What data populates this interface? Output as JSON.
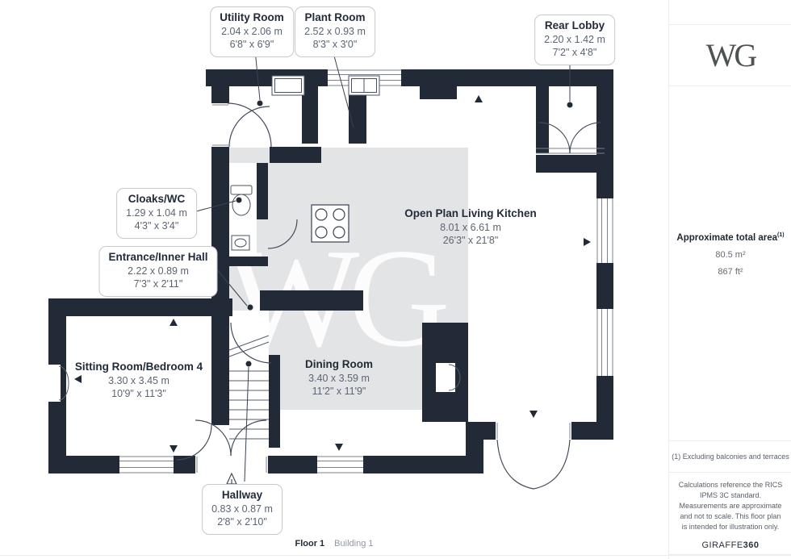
{
  "watermark": {
    "text": "WG"
  },
  "rooms": {
    "utility": {
      "name": "Utility Room",
      "metric": "2.04 x 2.06 m",
      "imperial": "6'8\" x 6'9\""
    },
    "plant": {
      "name": "Plant Room",
      "metric": "2.52 x 0.93 m",
      "imperial": "8'3\" x 3'0\""
    },
    "lobby": {
      "name": "Rear Lobby",
      "metric": "2.20 x 1.42 m",
      "imperial": "7'2\" x 4'8\""
    },
    "cloaks": {
      "name": "Cloaks/WC",
      "metric": "1.29 x 1.04 m",
      "imperial": "4'3\" x 3'4\""
    },
    "entrance": {
      "name": "Entrance/Inner Hall",
      "metric": "2.22 x 0.89 m",
      "imperial": "7'3\" x 2'11\""
    },
    "kitchen": {
      "name": "Open Plan Living Kitchen",
      "metric": "8.01 x 6.61 m",
      "imperial": "26'3\" x 21'8\""
    },
    "dining": {
      "name": "Dining Room",
      "metric": "3.40 x 3.59 m",
      "imperial": "11'2\" x 11'9\""
    },
    "sitting": {
      "name": "Sitting Room/Bedroom 4",
      "metric": "3.30 x 3.45 m",
      "imperial": "10'9\" x 11'3\""
    },
    "hallway": {
      "name": "Hallway",
      "metric": "0.83 x 0.87 m",
      "imperial": "2'8\" x 2'10\""
    }
  },
  "sidebar": {
    "logo": "WG",
    "area_label": "Approximate total area",
    "area_sup": "(1)",
    "area_m2": "80.5 m²",
    "area_ft2": "867 ft²",
    "footnote": "(1) Excluding balconies and terraces",
    "disclaimer": "Calculations reference the RICS IPMS 3C standard. Measurements are approximate and not to scale. This floor plan is intended for illustration only.",
    "brand_giraffe": "GIRAFFE",
    "brand_360": "360"
  },
  "footer": {
    "floor_label": "Floor 1",
    "building_label": "Building 1"
  },
  "colors": {
    "wall": "#222a38",
    "floor_shade": "#e3e4e6",
    "room_name": "#222b39",
    "room_dims": "#5c6472"
  }
}
